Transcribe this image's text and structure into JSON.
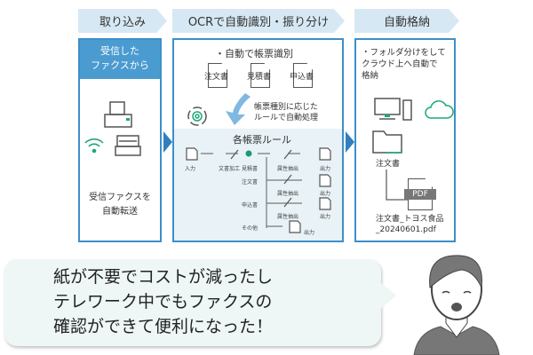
{
  "steps": [
    "取り込み",
    "OCRで自動識別・振り分け",
    "自動格納"
  ],
  "left": {
    "header": "受信した\nファクスから",
    "caption": "受信ファクスを\n自動転送"
  },
  "middle": {
    "title": "・自動で帳票識別",
    "docs": [
      "注文書",
      "見積書",
      "申込書"
    ],
    "note": "帳票種別に応じた\nルールで自動処理",
    "rules_title": "各帳票ルール",
    "flow": [
      "入力",
      "文書加工",
      "見積書",
      "属性抽出",
      "出力"
    ],
    "branches": [
      {
        "label": "注文書",
        "step": "属性抽出",
        "out": "出力"
      },
      {
        "label": "申込書",
        "step": "属性抽出",
        "out": "出力"
      },
      {
        "label": "その他",
        "out": "出力"
      }
    ]
  },
  "right": {
    "title": "・フォルダ分けをして\nクラウド上へ自動で\n格納",
    "folder": "注文書",
    "pdf_badge": "PDF",
    "filename": "注文書_トヨス食品\n_20240601.pdf"
  },
  "bubble": "紙が不要でコストが減ったし\nテレワーク中でもファクスの\n確認ができて便利になった！",
  "colors": {
    "accent": "#3d8fc9",
    "green": "#1fa77a",
    "header_bg": "#d6e8f3"
  }
}
